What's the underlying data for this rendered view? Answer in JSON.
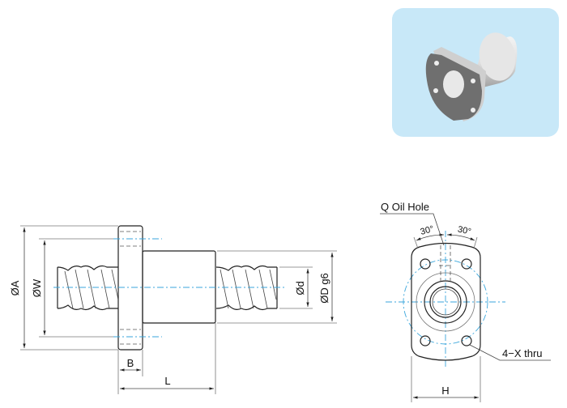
{
  "product_image": {
    "icon": "flanged-nut-3d-render",
    "background": "#c8e8f8"
  },
  "side_view": {
    "labels": {
      "dia_a": "ØA",
      "dia_w": "ØW",
      "dia_d_small": "Ød",
      "dia_d_large": "ØD g6",
      "flange_width": "B",
      "length": "L"
    }
  },
  "end_view": {
    "labels": {
      "oil_hole": "Q Oil Hole",
      "angle_left": "30°",
      "angle_right": "30°",
      "holes": "4−X  thru",
      "height": "H"
    }
  },
  "colors": {
    "line": "#222222",
    "centerline": "#3aa6dc"
  }
}
